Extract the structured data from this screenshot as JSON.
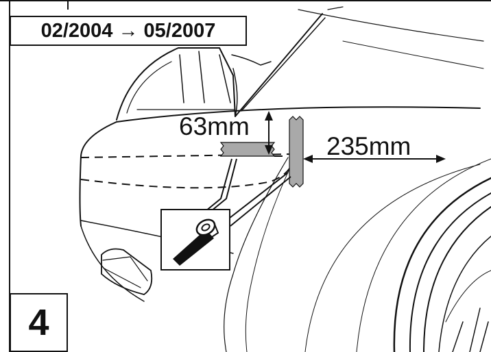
{
  "header": {
    "date_range": "02/2004 → 05/2007"
  },
  "step": {
    "number": "4"
  },
  "dimensions": {
    "vertical_label": "63mm",
    "horizontal_label": "235mm"
  },
  "icons": {
    "inset": "tape-roll-icon"
  }
}
